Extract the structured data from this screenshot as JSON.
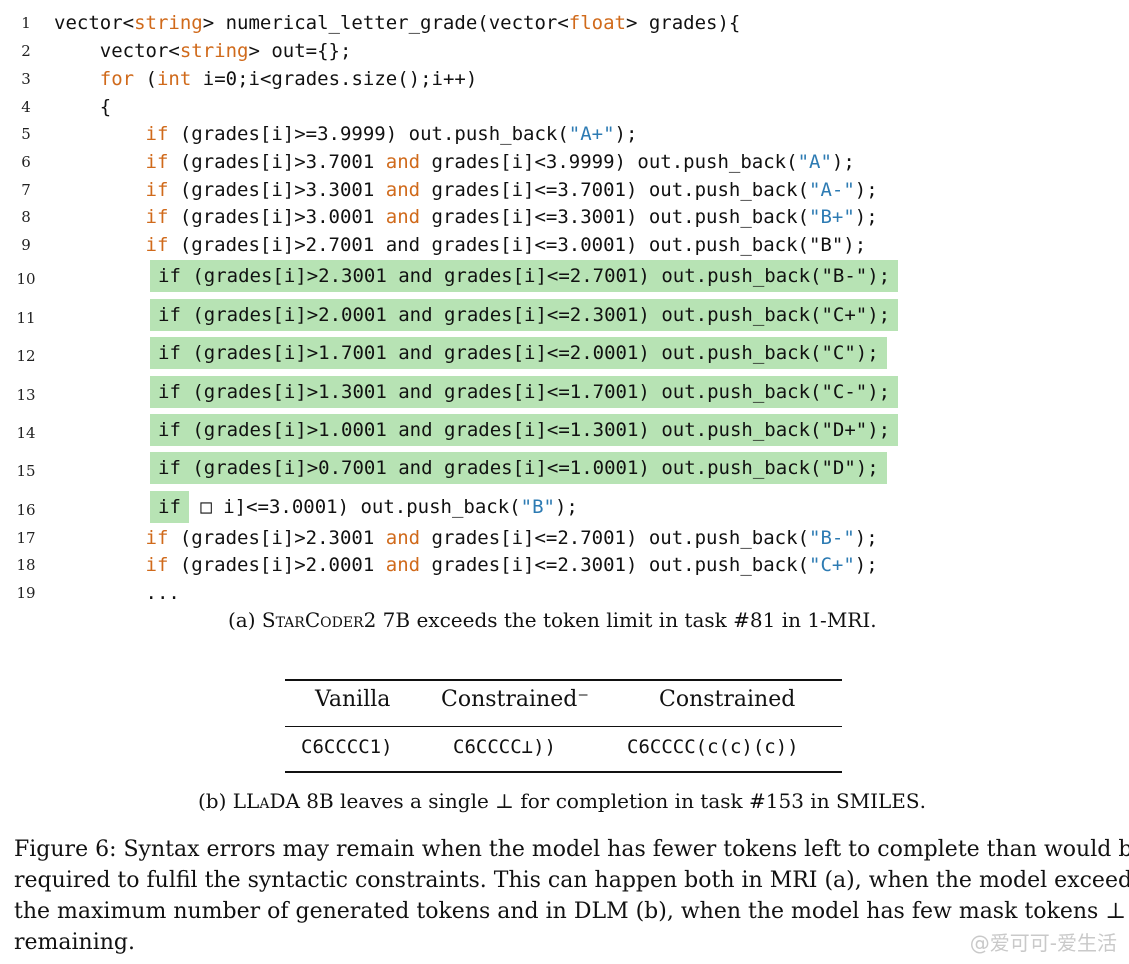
{
  "code": {
    "lines": [
      {
        "n": "1",
        "parts": [
          [
            "",
            "vector<"
          ],
          [
            "kw",
            "string"
          ],
          [
            "",
            "> numerical_letter_grade(vector<"
          ],
          [
            "kw",
            "float"
          ],
          [
            "",
            "> grades){"
          ]
        ]
      },
      {
        "n": "2",
        "parts": [
          [
            "",
            "    vector<"
          ],
          [
            "kw",
            "string"
          ],
          [
            "",
            "> out={};"
          ]
        ]
      },
      {
        "n": "3",
        "parts": [
          [
            "",
            "    "
          ],
          [
            "kw",
            "for"
          ],
          [
            "",
            " ("
          ],
          [
            "kw",
            "int"
          ],
          [
            "",
            " i=0;i<grades.size();i++)"
          ]
        ]
      },
      {
        "n": "4",
        "parts": [
          [
            "",
            "    {"
          ]
        ]
      },
      {
        "n": "5",
        "parts": [
          [
            "",
            "        "
          ],
          [
            "kw",
            "if"
          ],
          [
            "",
            " (grades[i]>=3.9999) out.push_back("
          ],
          [
            "str",
            "\"A+\""
          ],
          [
            "",
            ");"
          ]
        ]
      },
      {
        "n": "6",
        "parts": [
          [
            "",
            "        "
          ],
          [
            "kw",
            "if"
          ],
          [
            "",
            " (grades[i]>3.7001 "
          ],
          [
            "kw",
            "and"
          ],
          [
            "",
            " grades[i]<3.9999) out.push_back("
          ],
          [
            "str",
            "\"A\""
          ],
          [
            "",
            ");"
          ]
        ]
      },
      {
        "n": "7",
        "parts": [
          [
            "",
            "        "
          ],
          [
            "kw",
            "if"
          ],
          [
            "",
            " (grades[i]>3.3001 "
          ],
          [
            "kw",
            "and"
          ],
          [
            "",
            " grades[i]<=3.7001) out.push_back("
          ],
          [
            "str",
            "\"A-\""
          ],
          [
            "",
            ");"
          ]
        ]
      },
      {
        "n": "8",
        "parts": [
          [
            "",
            "        "
          ],
          [
            "kw",
            "if"
          ],
          [
            "",
            " (grades[i]>3.0001 "
          ],
          [
            "kw",
            "and"
          ],
          [
            "",
            " grades[i]<=3.3001) out.push_back("
          ],
          [
            "str",
            "\"B+\""
          ],
          [
            "",
            ");"
          ]
        ]
      },
      {
        "n": "9",
        "parts": [
          [
            "",
            "        "
          ],
          [
            "kw",
            "if"
          ],
          [
            "",
            " (grades[i]>2.7001 and grades[i]<=3.0001) out.push_back(\"B\");"
          ]
        ]
      },
      {
        "n": "10",
        "hl": true,
        "parts": [
          [
            "",
            "if (grades[i]>2.3001 and grades[i]<=2.7001) out.push_back(\"B-\");"
          ]
        ]
      },
      {
        "n": "11",
        "hl": true,
        "parts": [
          [
            "",
            "if (grades[i]>2.0001 and grades[i]<=2.3001) out.push_back(\"C+\");"
          ]
        ]
      },
      {
        "n": "12",
        "hl": true,
        "parts": [
          [
            "",
            "if (grades[i]>1.7001 and grades[i]<=2.0001) out.push_back(\"C\");"
          ]
        ]
      },
      {
        "n": "13",
        "hl": true,
        "parts": [
          [
            "",
            "if (grades[i]>1.3001 and grades[i]<=1.7001) out.push_back(\"C-\");"
          ]
        ]
      },
      {
        "n": "14",
        "hl": true,
        "parts": [
          [
            "",
            "if (grades[i]>1.0001 and grades[i]<=1.3001) out.push_back(\"D+\");"
          ]
        ]
      },
      {
        "n": "15",
        "hl": true,
        "parts": [
          [
            "",
            "if (grades[i]>0.7001 and grades[i]<=1.0001) out.push_back(\"D\");"
          ]
        ]
      },
      {
        "n": "16",
        "hl16": true,
        "parts": [
          [
            "",
            " □ i]<=3.0001) out.push_back("
          ],
          [
            "str",
            "\"B\""
          ],
          [
            "",
            ");"
          ]
        ],
        "hl_text": "if"
      },
      {
        "n": "17",
        "parts": [
          [
            "",
            "        "
          ],
          [
            "kw",
            "if"
          ],
          [
            "",
            " (grades[i]>2.3001 "
          ],
          [
            "kw",
            "and"
          ],
          [
            "",
            " grades[i]<=2.7001) out.push_back("
          ],
          [
            "str",
            "\"B-\""
          ],
          [
            "",
            ");"
          ]
        ]
      },
      {
        "n": "18",
        "parts": [
          [
            "",
            "        "
          ],
          [
            "kw",
            "if"
          ],
          [
            "",
            " (grades[i]>2.0001 "
          ],
          [
            "kw",
            "and"
          ],
          [
            "",
            " grades[i]<=2.3001) out.push_back("
          ],
          [
            "str",
            "\"C+\""
          ],
          [
            "",
            ");"
          ]
        ]
      },
      {
        "n": "19",
        "parts": [
          [
            "",
            "        ..."
          ]
        ]
      }
    ]
  },
  "caption_a": {
    "prefix": "(a) ",
    "model": "StarCoder2",
    "mid": " 7B exceeds the token limit in task #81 in 1-",
    "mri": "MRI",
    "end": "."
  },
  "table": {
    "headers": [
      "Vanilla",
      "Constrained⁻",
      "Constrained"
    ],
    "row": [
      "C6CCCC1)",
      "C6CCCC⊥))",
      "C6CCCC(c(c)(c))"
    ]
  },
  "caption_b": {
    "prefix": "(b) ",
    "model": "LLaDA",
    "mid": " 8B leaves a single ⊥ for completion in task #153 in ",
    "smiles": "SMILES",
    "end": "."
  },
  "figure_caption": {
    "line1": "Figure 6: Syntax errors may remain when the model has fewer tokens left to complete than would be",
    "line2": "required to fulfil the syntactic constraints. This can happen both in MRI (a), when the model exceeds",
    "line3": "the maximum number of generated tokens and in DLM (b), when the model has few mask tokens ⊥",
    "line4": "remaining."
  },
  "watermark": "@爱可可-爱生活"
}
